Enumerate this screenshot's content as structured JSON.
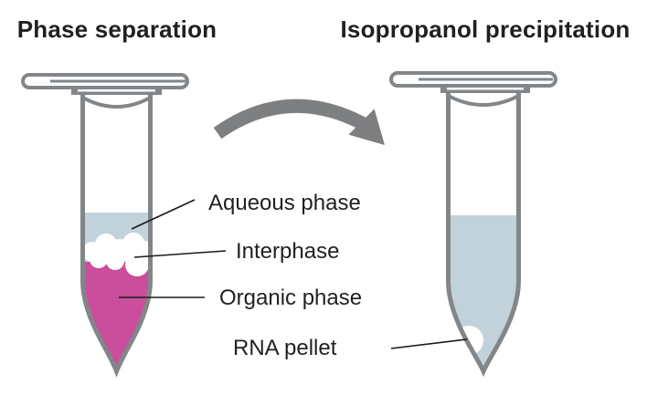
{
  "titles": {
    "left": "Phase separation",
    "right": "Isopropanol precipitation"
  },
  "labels": {
    "aqueous": "Aqueous phase",
    "interphase": "Interphase",
    "organic": "Organic phase",
    "rna_pellet": "RNA pellet"
  },
  "colors": {
    "background": "#ffffff",
    "text": "#231f20",
    "tube_outline": "#838689",
    "arrow": "#7d7f81",
    "aqueous_liquid": "#c2d2da",
    "organic_liquid": "#ca4e9c",
    "interphase": "#ffffff",
    "leader_line": "#1a1a1a"
  }
}
